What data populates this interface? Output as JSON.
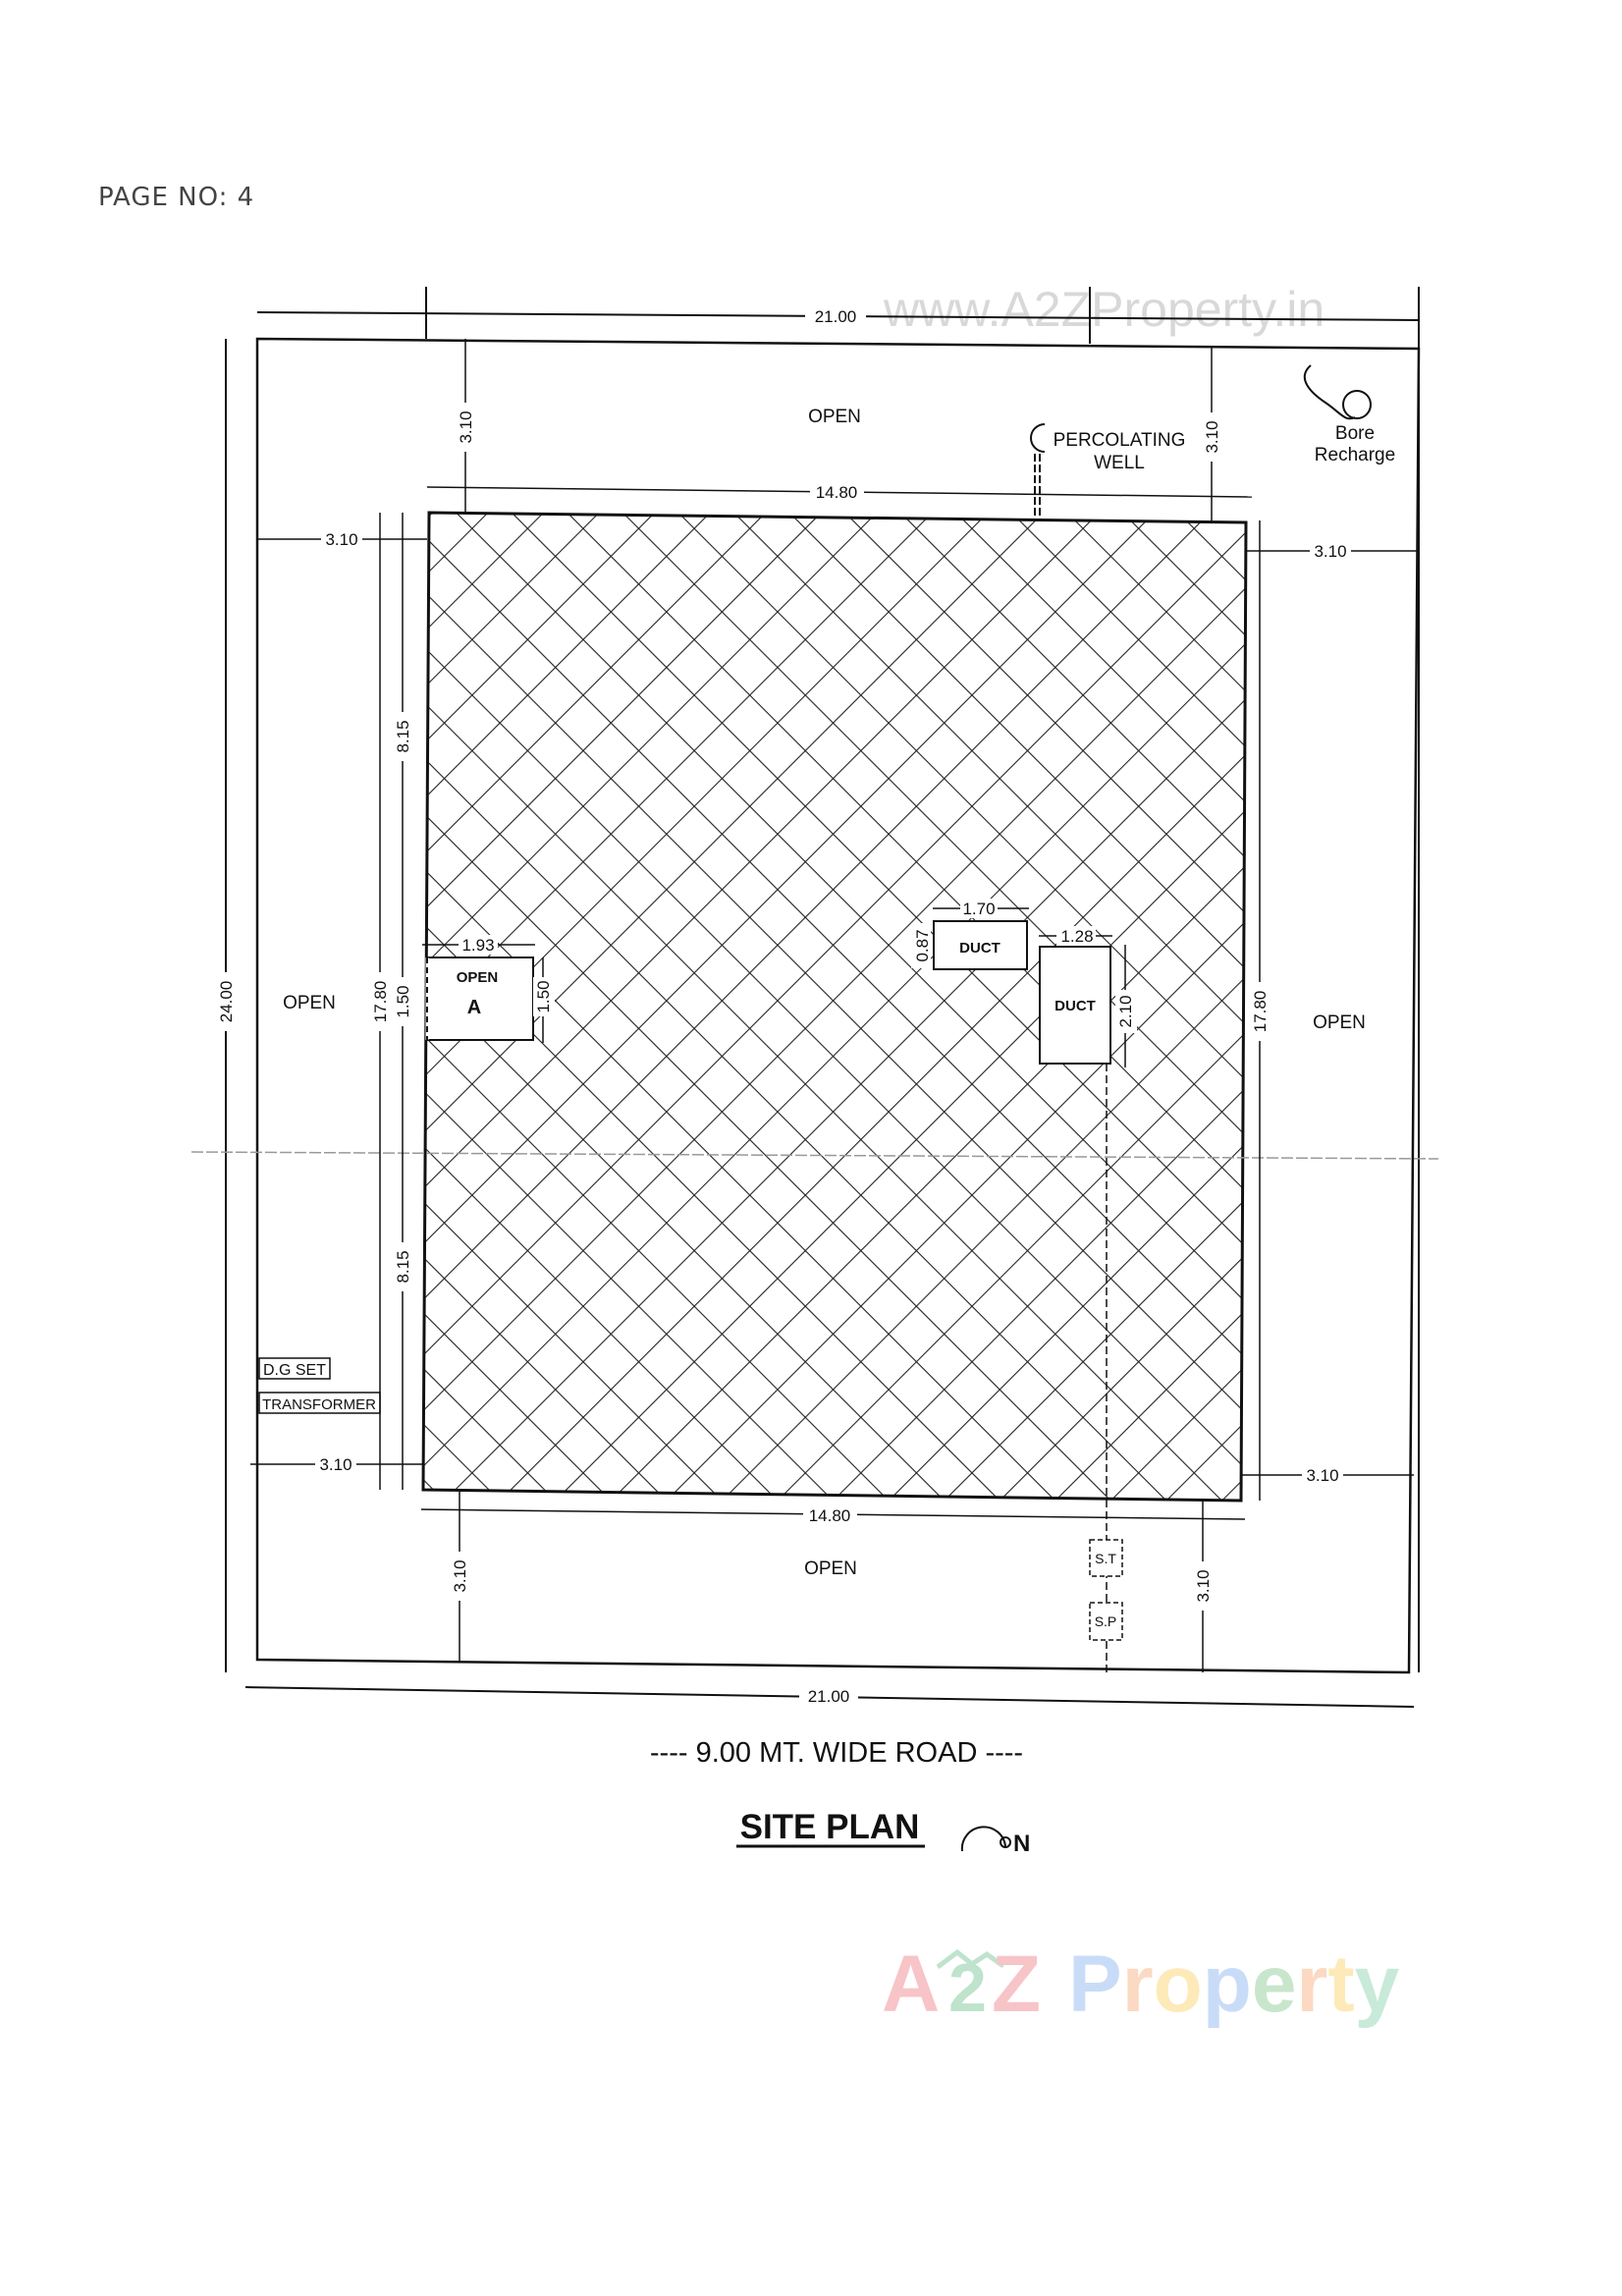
{
  "page_label": "PAGE NO: 4",
  "watermark_top": "www.A2ZProperty.in",
  "logo": {
    "text_a": "A",
    "text_2": "2",
    "text_z": "Z",
    "text_property": "Property",
    "colors": {
      "a": "#f7c4c8",
      "two": "#bfe3cc",
      "z": "#f7c4c8",
      "p": "#c9dcf7",
      "r": "#fbd9c2",
      "o": "#fdeab8",
      "p2": "#c9dcf7",
      "e": "#c8e6cc",
      "r2": "#fbd9c2",
      "t": "#fdeab8",
      "y": "#c8ead8"
    }
  },
  "plan": {
    "overall_width": "21.00",
    "overall_width_bottom": "21.00",
    "overall_depth": "24.00",
    "building_width_top": "14.80",
    "building_width_bottom": "14.80",
    "building_depth_left": "17.80",
    "building_depth_right": "17.80",
    "setback_top_left": "3.10",
    "setback_top_right": "3.10",
    "setback_left_top": "3.10",
    "setback_right_top": "3.10",
    "setback_left_bottom": "3.10",
    "setback_right_bottom": "3.10",
    "setback_bottom_left": "3.10",
    "setback_bottom_right": "3.10",
    "left_segment_upper": "8.15",
    "left_segment_middle": "1.50",
    "left_segment_lower": "8.15",
    "open_top": "OPEN",
    "open_left": "OPEN",
    "open_right": "OPEN",
    "open_bottom": "OPEN",
    "percolating_well": [
      "PERCOLATING",
      "WELL"
    ],
    "bore_recharge": [
      "Bore",
      "Recharge"
    ],
    "open_a": {
      "label": "OPEN",
      "letter": "A",
      "width": "1.93",
      "depth": "1.50"
    },
    "duct_1": {
      "label": "DUCT",
      "width": "1.70",
      "depth": "0.87"
    },
    "duct_2": {
      "label": "DUCT",
      "width": "1.28",
      "depth": "2.10"
    },
    "dg_set": "D.G SET",
    "transformer": "TRANSFORMER",
    "septic_tank": "S.T",
    "soak_pit": "S.P"
  },
  "road_label": "---- 9.00 MT. WIDE ROAD ----",
  "title": "SITE PLAN",
  "north_label": "N"
}
